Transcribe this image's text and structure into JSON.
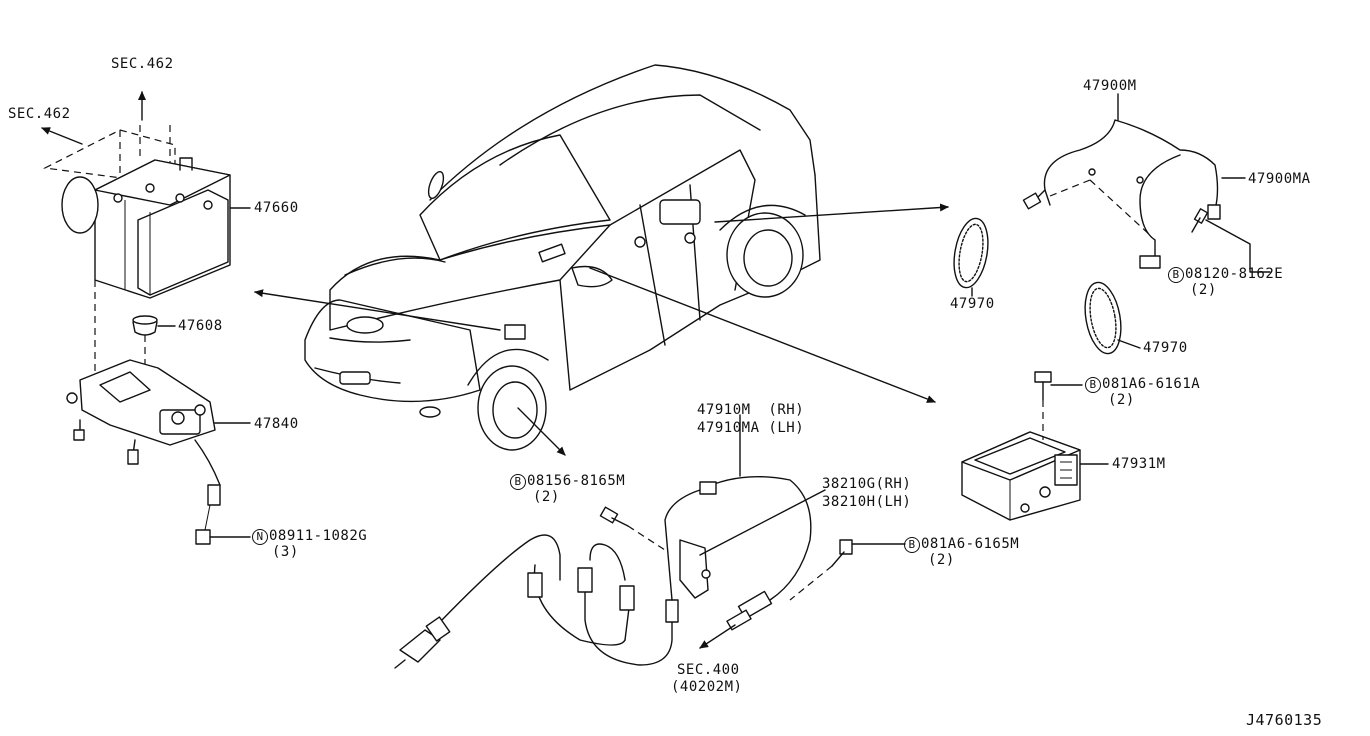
{
  "diagram_id": "J4760135",
  "sections": [
    {
      "key": "sec462_top",
      "text": "SEC.462"
    },
    {
      "key": "sec462_left",
      "text": "SEC.462"
    },
    {
      "key": "sec400_a",
      "text": "SEC.400"
    },
    {
      "key": "sec400_b",
      "text": "(40202M)"
    }
  ],
  "parts": {
    "actuator": "47660",
    "grommet": "47608",
    "bracket": "47840",
    "rear_harness": "47900M",
    "rear_harness_b": "47900MA",
    "tone_ring_a": "47970",
    "tone_ring_b": "47970",
    "front_sensor_rh": "47910M  (RH)",
    "front_sensor_lh": "47910MA (LH)",
    "bracket_rh": "38210G(RH)",
    "bracket_lh": "38210H(LH)",
    "yaw_sensor": "47931M"
  },
  "fasteners": [
    {
      "key": "bolt_rear",
      "badge": "B",
      "number": "08120-8162E",
      "qty": "(2)"
    },
    {
      "key": "bolt_yaw",
      "badge": "B",
      "number": "081A6-6161A",
      "qty": "(2)"
    },
    {
      "key": "bolt_front",
      "badge": "B",
      "number": "08156-8165M",
      "qty": "(2)"
    },
    {
      "key": "bolt_clip",
      "badge": "B",
      "number": "081A6-6165M",
      "qty": "(2)"
    },
    {
      "key": "nut_bracket",
      "badge": "N",
      "number": "08911-1082G",
      "qty": "(3)"
    }
  ],
  "colors": {
    "line": "#111111",
    "background": "#ffffff"
  },
  "icons": [
    "arrow-icon",
    "bolt-icon",
    "nut-icon",
    "tone-ring-icon",
    "connector-icon"
  ]
}
